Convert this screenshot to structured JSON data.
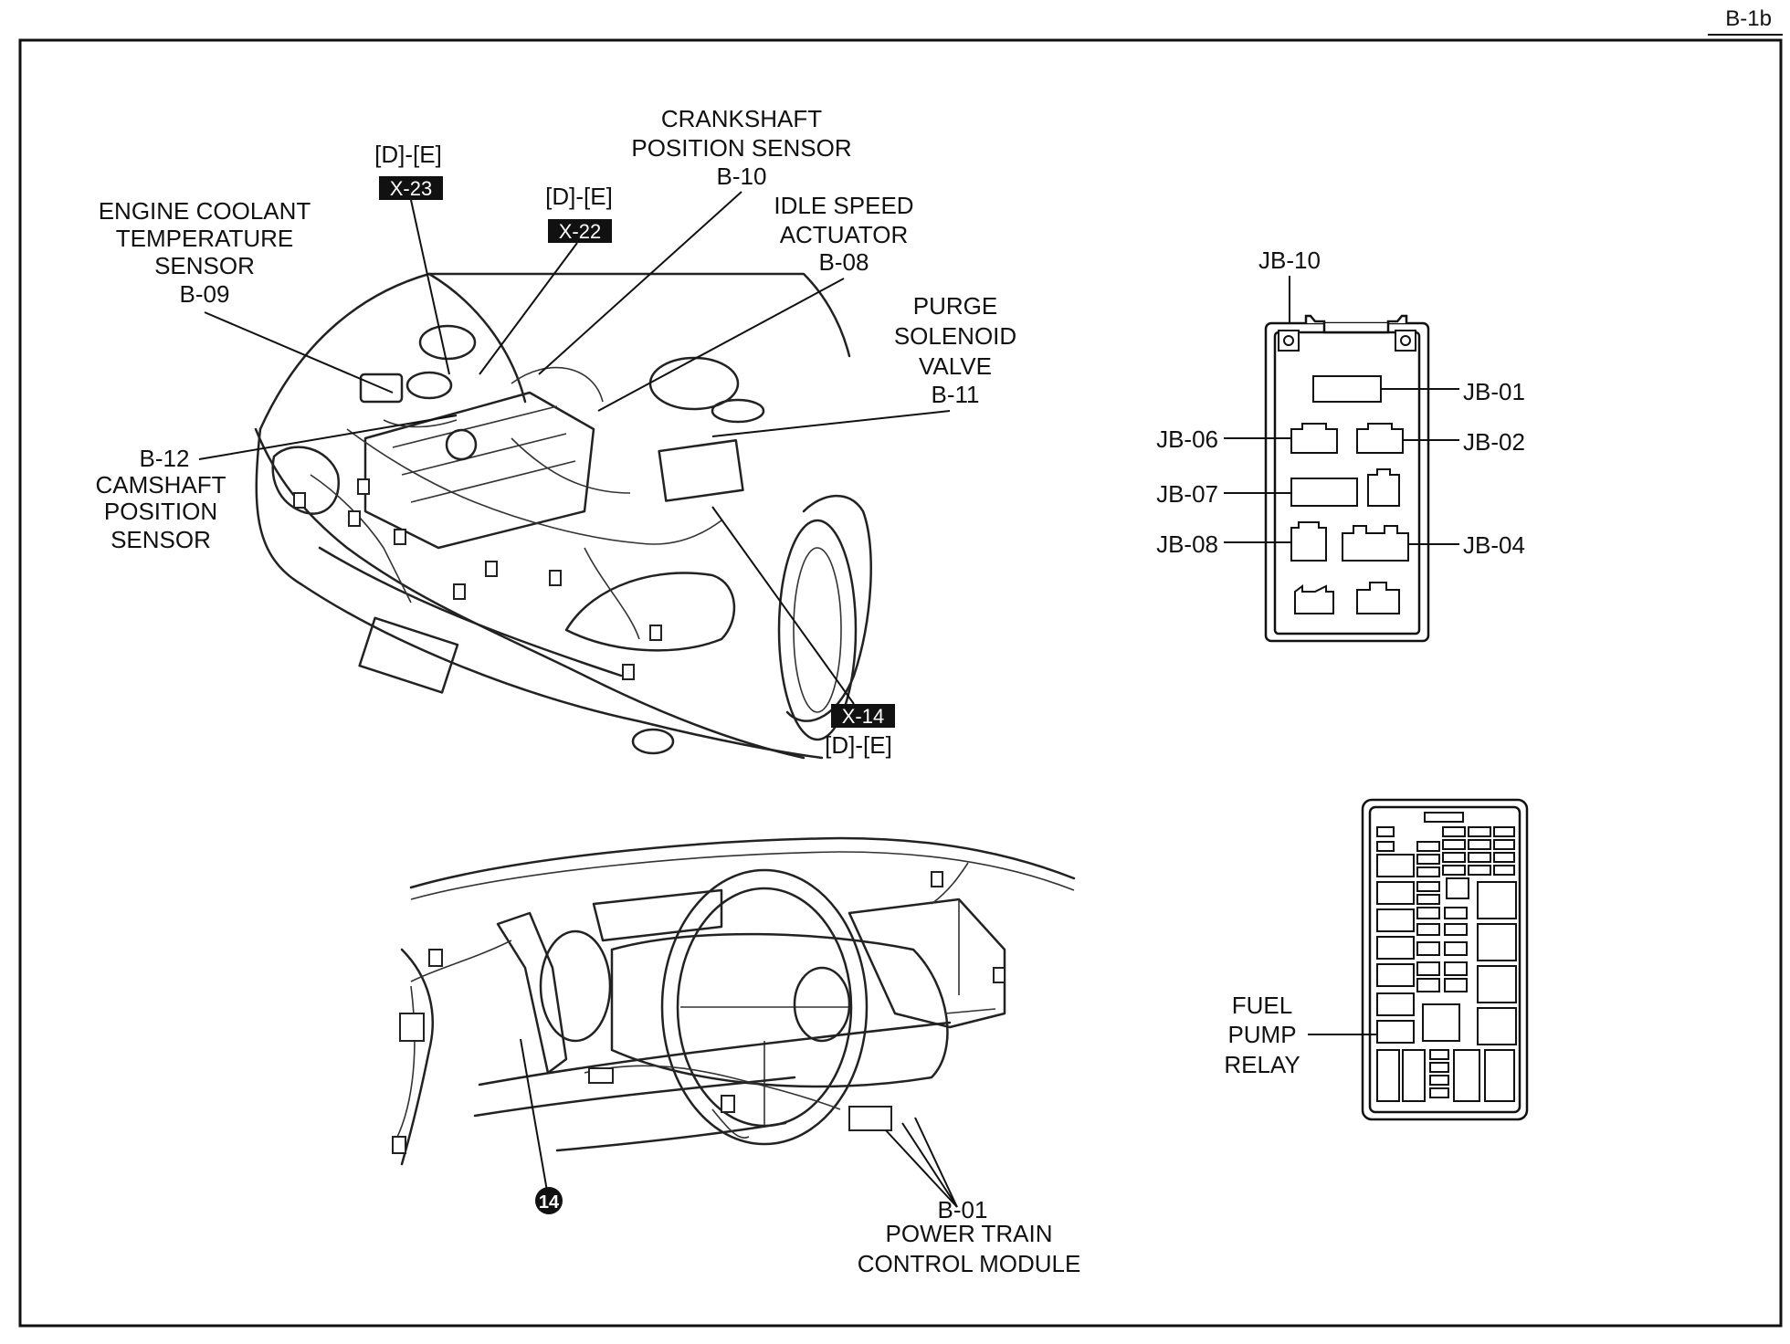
{
  "page_id": "B-1b",
  "engine_callouts": {
    "ect_sensor": [
      "ENGINE COOLANT",
      "TEMPERATURE",
      "SENSOR",
      "B-09"
    ],
    "x23": {
      "range": "[D]-[E]",
      "badge": "X-23"
    },
    "x22": {
      "range": "[D]-[E]",
      "badge": "X-22"
    },
    "ckp_sensor": [
      "CRANKSHAFT",
      "POSITION SENSOR",
      "B-10"
    ],
    "idle_actuator": [
      "IDLE SPEED",
      "ACTUATOR",
      "B-08"
    ],
    "purge_valve": [
      "PURGE",
      "SOLENOID",
      "VALVE",
      "B-11"
    ],
    "cmp_sensor": [
      "B-12",
      "CAMSHAFT",
      "POSITION",
      "SENSOR"
    ],
    "x14": {
      "badge": "X-14",
      "range": "[D]-[E]"
    }
  },
  "junction_box": {
    "top_label": "JB-10",
    "left_labels": [
      "JB-06",
      "JB-07",
      "JB-08"
    ],
    "right_labels": [
      "JB-01",
      "JB-02",
      "JB-04"
    ]
  },
  "relay_box": {
    "label": [
      "FUEL",
      "PUMP",
      "RELAY"
    ]
  },
  "dashboard": {
    "ground_badge": "14",
    "pcm": [
      "B-01",
      "POWER TRAIN",
      "CONTROL MODULE"
    ]
  }
}
